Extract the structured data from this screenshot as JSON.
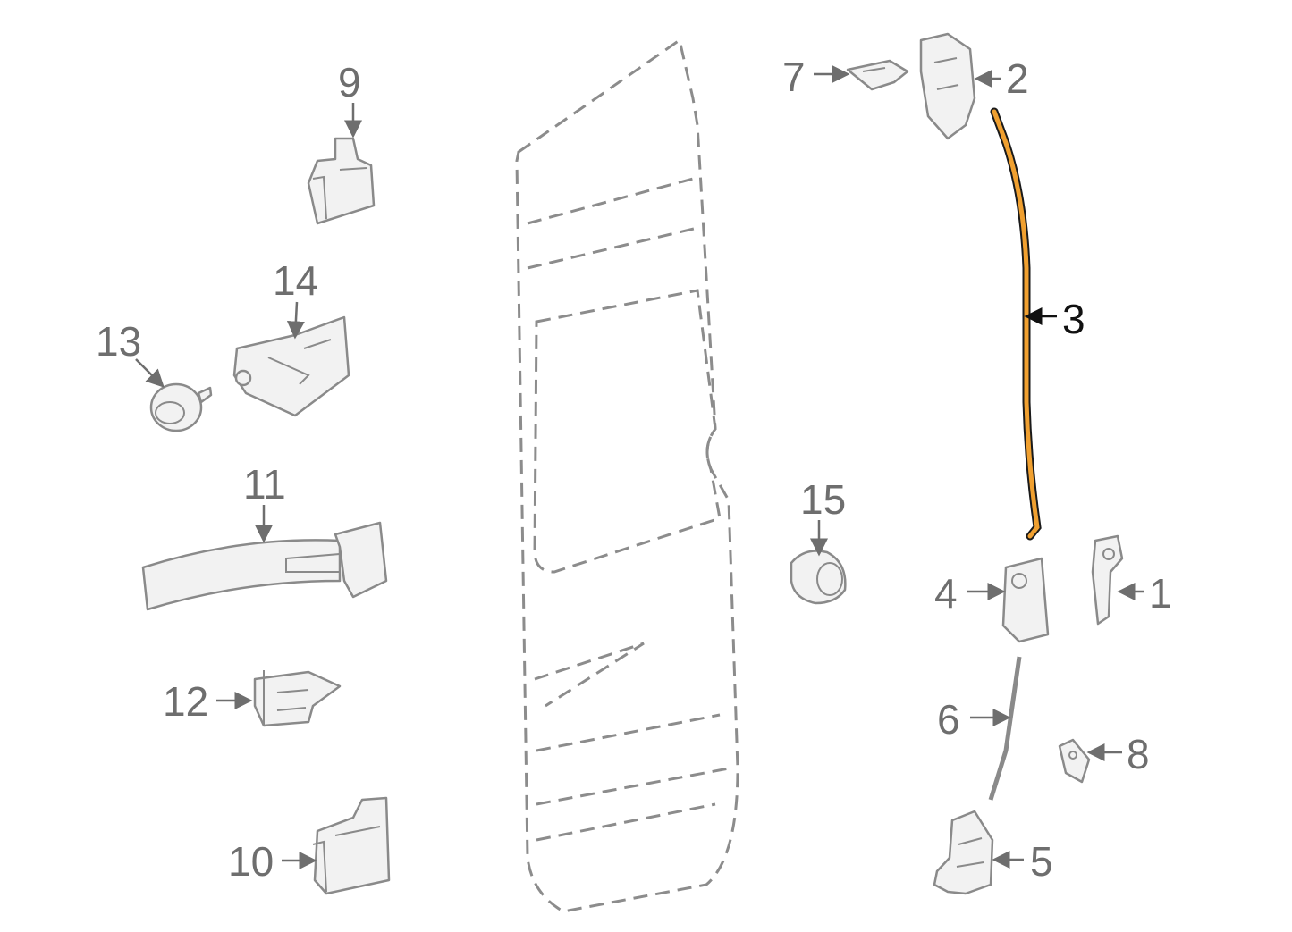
{
  "callouts": {
    "c1": "1",
    "c2": "2",
    "c3": "3",
    "c4": "4",
    "c5": "5",
    "c6": "6",
    "c7": "7",
    "c8": "8",
    "c9": "9",
    "c10": "10",
    "c11": "11",
    "c12": "12",
    "c13": "13",
    "c14": "14",
    "c15": "15"
  },
  "colors": {
    "highlight_cable": "#f0a030",
    "outline": "#8a8a8a",
    "label": "#6e6e6e",
    "highlight_label": "#111111"
  }
}
